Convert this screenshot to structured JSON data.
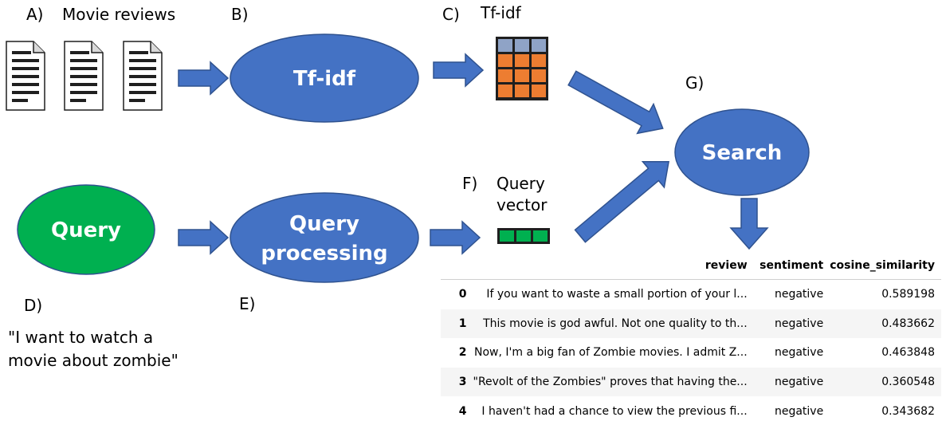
{
  "labels": {
    "a": "A)",
    "a_title": "Movie reviews",
    "b": "B)",
    "c": "C)",
    "c_title": "Tf-idf",
    "d": "D)",
    "e": "E)",
    "f": "F)",
    "f_title_line1": "Query",
    "f_title_line2": "vector",
    "g": "G)",
    "query_text_line1": "\"I want to watch a",
    "query_text_line2": "movie about zombie\""
  },
  "nodes": {
    "tfidf": "Tf-idf",
    "search": "Search",
    "query": "Query",
    "query_processing_line1": "Query",
    "query_processing_line2": "processing"
  },
  "colors": {
    "blue": "#4472c4",
    "blue_border": "#2f528f",
    "green": "#00b050",
    "orange": "#ed7d31",
    "dark": "#1f1f1f"
  },
  "table": {
    "headers": [
      "",
      "review",
      "sentiment",
      "cosine_similarity"
    ],
    "rows": [
      [
        "0",
        "If you want to waste a small portion of your l...",
        "negative",
        "0.589198"
      ],
      [
        "1",
        "This movie is god awful. Not one quality to th...",
        "negative",
        "0.483662"
      ],
      [
        "2",
        "Now, I'm a big fan of Zombie movies. I admit Z...",
        "negative",
        "0.463848"
      ],
      [
        "3",
        "\"Revolt of the Zombies\" proves that having the...",
        "negative",
        "0.360548"
      ],
      [
        "4",
        "I haven't had a chance to view the previous fi...",
        "negative",
        "0.343682"
      ]
    ]
  }
}
